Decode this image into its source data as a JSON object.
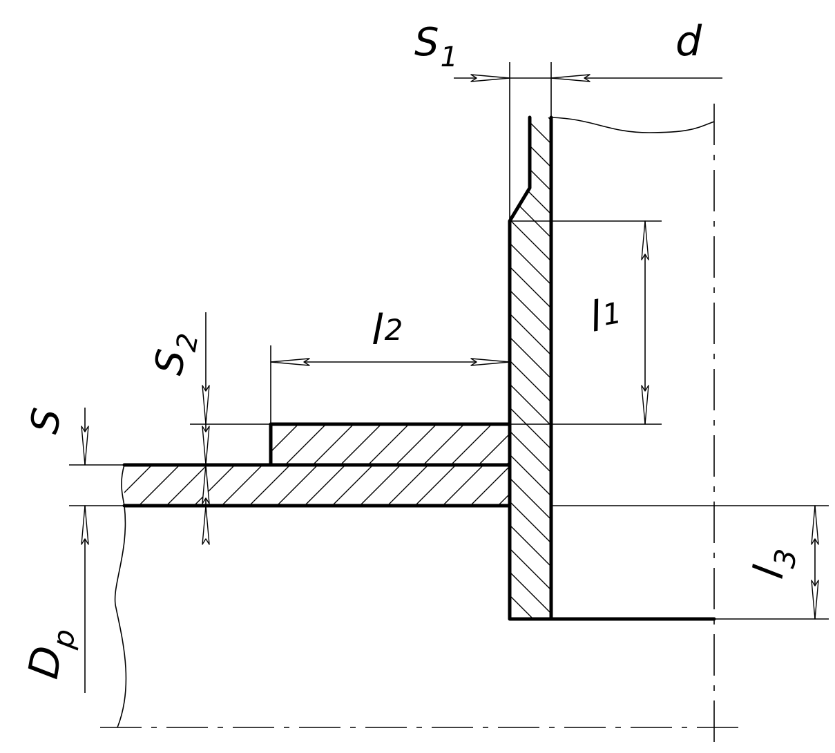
{
  "labels": {
    "s1": "S",
    "s1_sub": "1",
    "d": "d",
    "l1": "l",
    "l1_sub": "1",
    "l2": "l",
    "l2_sub": "2",
    "s2": "S",
    "s2_sub": "2",
    "s": "S",
    "l3": "l",
    "l3_sub": "3",
    "dp": "D",
    "dp_sub": "p"
  }
}
